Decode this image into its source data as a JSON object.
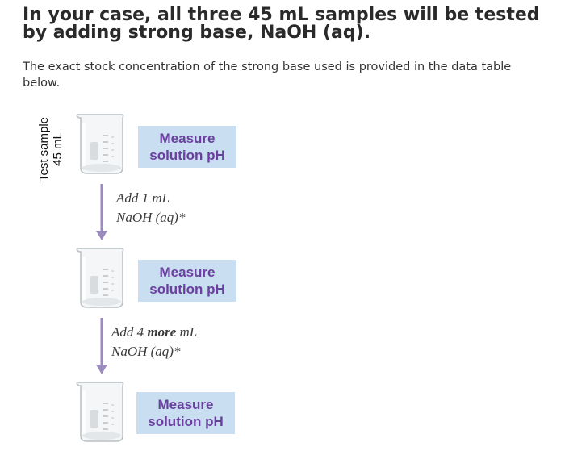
{
  "heading": "In your case, all three 45 mL samples will be tested by adding strong base, NaOH (aq).",
  "intro": "The exact stock concentration of the strong base used is provided in the data table below.",
  "side_label": {
    "line1": "Test sample",
    "line2": "45 mL"
  },
  "steps": [
    {
      "measure_line1": "Measure",
      "measure_line2": "solution pH"
    },
    {
      "measure_line1": "Measure",
      "measure_line2": "solution pH"
    },
    {
      "measure_line1": "Measure",
      "measure_line2": "solution pH"
    }
  ],
  "additions": [
    {
      "pre": "Add 1 mL",
      "bold": "",
      "post": "",
      "line2": "NaOH (aq)*"
    },
    {
      "pre": "Add 4 ",
      "bold": "more",
      "post": " mL",
      "line2": "NaOH (aq)*"
    }
  ],
  "colors": {
    "box_fill": "#c9def1",
    "box_text": "#6a3fa0",
    "arrow": "#9b8bbf"
  },
  "icons": [
    "beaker-icon",
    "down-arrow-icon"
  ]
}
